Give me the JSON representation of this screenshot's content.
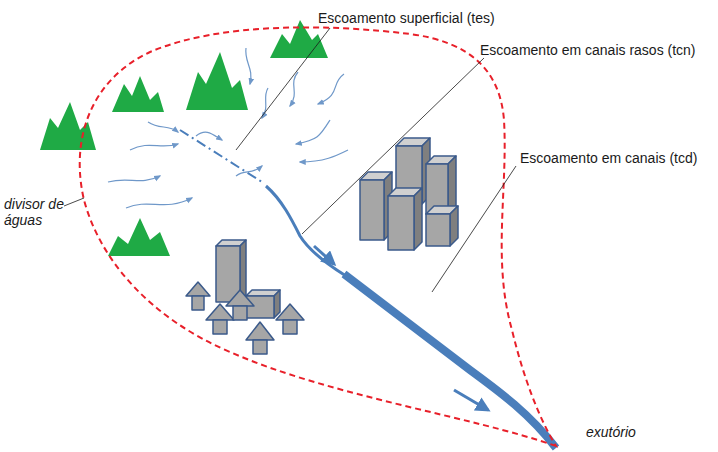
{
  "diagram": {
    "labels": [
      "Escoamento superficial (tes)",
      "Escoamento em canais rasos (tcn)",
      "Escoamento em canais (tcd)",
      "divisor de águas",
      "exutório"
    ]
  }
}
